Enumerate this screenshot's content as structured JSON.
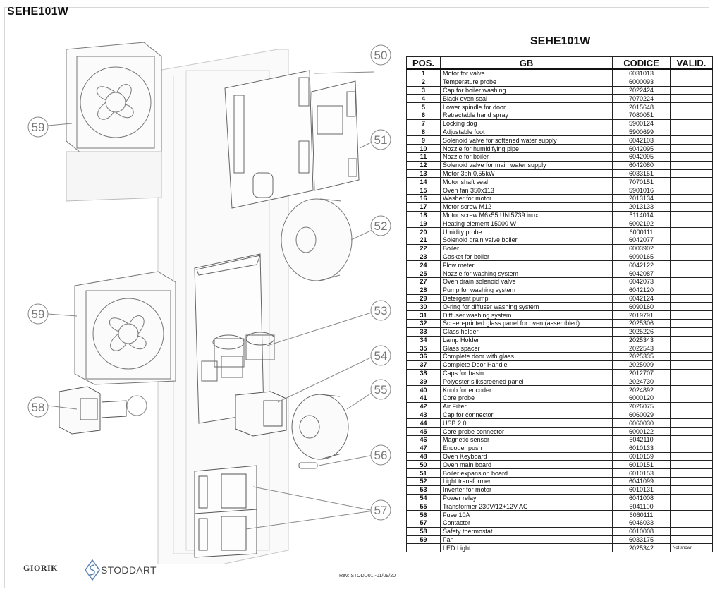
{
  "doc": {
    "title": "SEHE101W",
    "table_title": "SEHE101W",
    "revision": "Rev: STODD01 -01/09/20",
    "brand_left": "GIORIK",
    "brand_right": "STODDART"
  },
  "table": {
    "headers": {
      "pos": "POS.",
      "gb": "GB",
      "codice": "CODICE",
      "valid": "VALID."
    },
    "rows": [
      {
        "pos": "1",
        "desc": "Motor for valve",
        "code": "6031013",
        "valid": ""
      },
      {
        "pos": "2",
        "desc": "Temperature probe",
        "code": "6000093",
        "valid": ""
      },
      {
        "pos": "3",
        "desc": "Cap for boiler washing",
        "code": "2022424",
        "valid": ""
      },
      {
        "pos": "4",
        "desc": "Black oven seal",
        "code": "7070224",
        "valid": ""
      },
      {
        "pos": "5",
        "desc": "Lower spindle for door",
        "code": "2015648",
        "valid": ""
      },
      {
        "pos": "6",
        "desc": "Retractable hand spray",
        "code": "7080051",
        "valid": ""
      },
      {
        "pos": "7",
        "desc": "Locking dog",
        "code": "5900124",
        "valid": ""
      },
      {
        "pos": "8",
        "desc": "Adjustable foot",
        "code": "5900699",
        "valid": ""
      },
      {
        "pos": "9",
        "desc": "Solenoid valve for softened water supply",
        "code": "6042103",
        "valid": ""
      },
      {
        "pos": "10",
        "desc": "Nozzle for humidifying pipe",
        "code": "6042095",
        "valid": ""
      },
      {
        "pos": "11",
        "desc": "Nozzle for boiler",
        "code": "6042095",
        "valid": ""
      },
      {
        "pos": "12",
        "desc": "Solenoid valve for main water supply",
        "code": "6042080",
        "valid": ""
      },
      {
        "pos": "13",
        "desc": "Motor 3ph  0,55kW",
        "code": "6033151",
        "valid": ""
      },
      {
        "pos": "14",
        "desc": "Motor shaft seal",
        "code": "7070151",
        "valid": ""
      },
      {
        "pos": "15",
        "desc": "Oven fan 350x113",
        "code": "5901016",
        "valid": ""
      },
      {
        "pos": "16",
        "desc": "Washer for motor",
        "code": "2013134",
        "valid": ""
      },
      {
        "pos": "17",
        "desc": "Motor screw M12",
        "code": "2013133",
        "valid": ""
      },
      {
        "pos": "18",
        "desc": "Motor screw M6x55 UNI5739 inox",
        "code": "5114014",
        "valid": ""
      },
      {
        "pos": "19",
        "desc": "Heating element 15000 W",
        "code": "6002192",
        "valid": ""
      },
      {
        "pos": "20",
        "desc": "Umidity probe",
        "code": "6000111",
        "valid": ""
      },
      {
        "pos": "21",
        "desc": "Solenoid drain valve boiler",
        "code": "6042077",
        "valid": ""
      },
      {
        "pos": "22",
        "desc": "Boiler",
        "code": "6003902",
        "valid": ""
      },
      {
        "pos": "23",
        "desc": "Gasket for boiler",
        "code": "6090165",
        "valid": ""
      },
      {
        "pos": "24",
        "desc": "Flow meter",
        "code": "6042122",
        "valid": ""
      },
      {
        "pos": "25",
        "desc": "Nozzle for washing system",
        "code": "6042087",
        "valid": ""
      },
      {
        "pos": "27",
        "desc": "Oven drain solenoid valve",
        "code": "6042073",
        "valid": ""
      },
      {
        "pos": "28",
        "desc": "Pump for washing system",
        "code": "6042120",
        "valid": ""
      },
      {
        "pos": "29",
        "desc": "Detergent pump",
        "code": "6042124",
        "valid": ""
      },
      {
        "pos": "30",
        "desc": "O-ring for diffuser washing system",
        "code": "6090160",
        "valid": ""
      },
      {
        "pos": "31",
        "desc": "Diffuser washing system",
        "code": "2019791",
        "valid": ""
      },
      {
        "pos": "32",
        "desc": "Screen-printed glass panel for oven (assembled)",
        "code": "2025306",
        "valid": ""
      },
      {
        "pos": "33",
        "desc": "Glass holder",
        "code": "2025226",
        "valid": ""
      },
      {
        "pos": "34",
        "desc": "Lamp Holder",
        "code": "2025343",
        "valid": ""
      },
      {
        "pos": "35",
        "desc": "Glass spacer",
        "code": "2022543",
        "valid": ""
      },
      {
        "pos": "36",
        "desc": "Complete door with glass",
        "code": "2025335",
        "valid": ""
      },
      {
        "pos": "37",
        "desc": "Complete Door Handle",
        "code": "2025009",
        "valid": ""
      },
      {
        "pos": "38",
        "desc": "Caps for basin",
        "code": "2012707",
        "valid": ""
      },
      {
        "pos": "39",
        "desc": "Polyester silkscreened panel",
        "code": "2024730",
        "valid": ""
      },
      {
        "pos": "40",
        "desc": "Knob for encoder",
        "code": "2024892",
        "valid": ""
      },
      {
        "pos": "41",
        "desc": "Core probe",
        "code": "6000120",
        "valid": ""
      },
      {
        "pos": "42",
        "desc": "Air Filter",
        "code": "2026075",
        "valid": ""
      },
      {
        "pos": "43",
        "desc": "Cap for connector",
        "code": "6060029",
        "valid": ""
      },
      {
        "pos": "44",
        "desc": "USB 2.0",
        "code": "6060030",
        "valid": ""
      },
      {
        "pos": "45",
        "desc": "Core probe connector",
        "code": "6000122",
        "valid": ""
      },
      {
        "pos": "46",
        "desc": "Magnetic sensor",
        "code": "6042110",
        "valid": ""
      },
      {
        "pos": "47",
        "desc": "Encoder push",
        "code": "6010133",
        "valid": ""
      },
      {
        "pos": "48",
        "desc": "Oven Keyboard",
        "code": "6010159",
        "valid": ""
      },
      {
        "pos": "50",
        "desc": "Oven main board",
        "code": "6010151",
        "valid": ""
      },
      {
        "pos": "51",
        "desc": "Boiler expansion board",
        "code": "6010153",
        "valid": ""
      },
      {
        "pos": "52",
        "desc": "Light transformer",
        "code": "6041099",
        "valid": ""
      },
      {
        "pos": "53",
        "desc": "Inverter for motor",
        "code": "6010131",
        "valid": ""
      },
      {
        "pos": "54",
        "desc": "Power relay",
        "code": "6041008",
        "valid": ""
      },
      {
        "pos": "55",
        "desc": "Transformer 230V/12+12V AC",
        "code": "6041100",
        "valid": ""
      },
      {
        "pos": "56",
        "desc": "Fuse 10A",
        "code": "6060111",
        "valid": ""
      },
      {
        "pos": "57",
        "desc": "Contactor",
        "code": "6046033",
        "valid": ""
      },
      {
        "pos": "58",
        "desc": "Safety thermostat",
        "code": "6010008",
        "valid": ""
      },
      {
        "pos": "59",
        "desc": "Fan",
        "code": "6033175",
        "valid": ""
      },
      {
        "pos": "",
        "desc": "LED Light",
        "code": "2025342",
        "valid": "Not shown"
      }
    ]
  },
  "callouts": {
    "c50": "50",
    "c51": "51",
    "c52": "52",
    "c53": "53",
    "c54": "54",
    "c55": "55",
    "c56": "56",
    "c57": "57",
    "c58": "58",
    "c59a": "59",
    "c59b": "59"
  }
}
